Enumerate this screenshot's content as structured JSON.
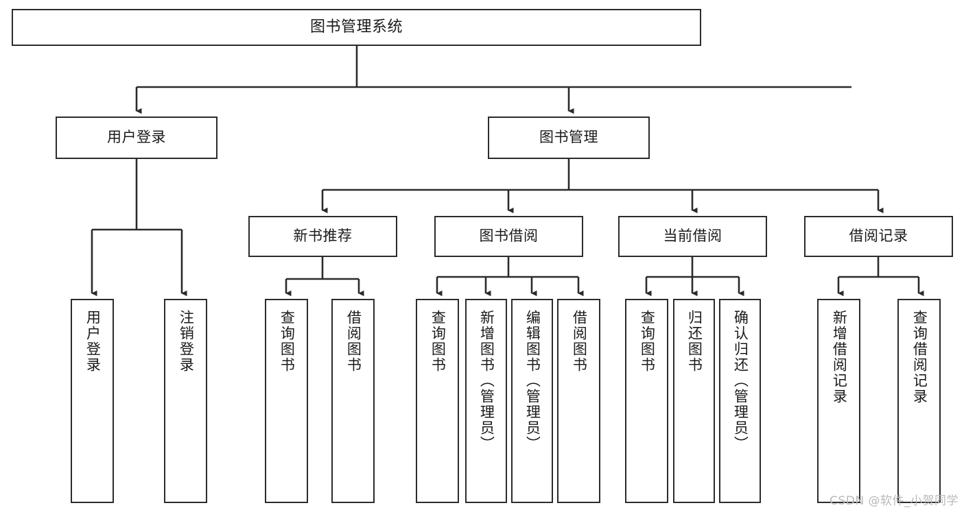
{
  "diagram": {
    "title": "图书管理系统",
    "watermark": "CSDN @软件_小贺同学",
    "line_color": "#2b2b2b",
    "box_border_color": "#2b2b2b",
    "box_fill": "#ffffff",
    "text_color": "#1a1a1a",
    "watermark_color": "#b9b9b9"
  },
  "nodes": {
    "root": {
      "label": "图书管理系统"
    },
    "level2": [
      {
        "label": "用户登录"
      },
      {
        "label": "图书管理"
      }
    ],
    "level3": [
      {
        "label": "新书推荐"
      },
      {
        "label": "图书借阅"
      },
      {
        "label": "当前借阅"
      },
      {
        "label": "借阅记录"
      }
    ],
    "leaves": {
      "user_login": [
        {
          "label": "用户登录"
        },
        {
          "label": "注销登录"
        }
      ],
      "new_book": [
        {
          "label": "查询图书"
        },
        {
          "label": "借阅图书"
        }
      ],
      "borrow_book": [
        {
          "label": "查询图书"
        },
        {
          "label": "新增图书（管理员）"
        },
        {
          "label": "编辑图书（管理员）"
        },
        {
          "label": "借阅图书"
        }
      ],
      "current_borrow": [
        {
          "label": "查询图书"
        },
        {
          "label": "归还图书"
        },
        {
          "label": "确认归还（管理员）"
        }
      ],
      "borrow_record": [
        {
          "label": "新增借阅记录"
        },
        {
          "label": "查询借阅记录"
        }
      ]
    }
  }
}
